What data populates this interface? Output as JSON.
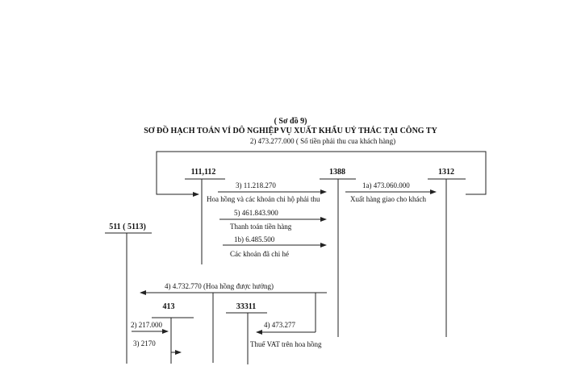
{
  "header": {
    "diagram_no": "( Sơ đồ 9)",
    "title": "SƠ ĐỒ HẠCH TOÁN VÍ DÔ  NGHIỆP VỤ XUẤT KHẨU UỶ THÁC TẠI CÔNG TY"
  },
  "accounts": {
    "a111": "111,112",
    "a1388": "1388",
    "a1312": "1312",
    "a511": "511 ( 5113)",
    "a413": "413",
    "a33311": "33311"
  },
  "entries": {
    "e2_top": "2) 473.277.000 ( Số tiền phải thu cua khách hàng)",
    "e3": "3) 11.218.270",
    "e3_desc": "Hoa hồng và các khoản chi hộ phải thu",
    "e1a": "1a)  473.060.000",
    "e1a_desc": "Xuất hàng giao cho khách",
    "e5": "5) 461.843.900",
    "e5_desc": "Thanh toán tiền hàng",
    "e1b": "1b) 6.485.500",
    "e1b_desc": "Các khoản đã chi hé",
    "e4_top": "4) 4.732.770  (Hoa hồng được hưởng)",
    "e2_bottom": "2) 217.000",
    "e3_bottom": "3) 2170",
    "e4_vat": "4) 473.277",
    "e4_vat_desc": "Thuế VAT trên hoa hồng"
  }
}
